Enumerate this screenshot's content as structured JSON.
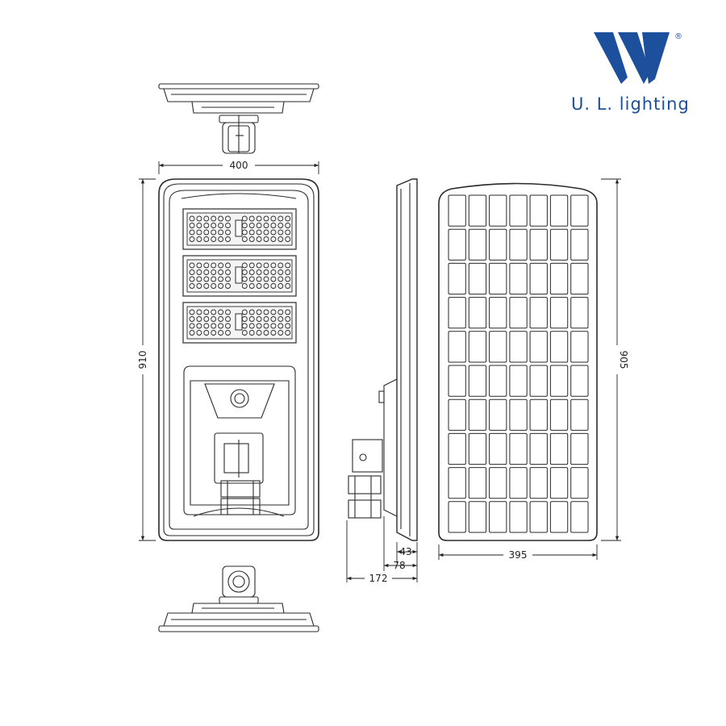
{
  "brand": {
    "name": "U. L. lighting",
    "registered_mark": "®",
    "logo_letter": "W",
    "color": "#1c4f9c"
  },
  "dimensions": {
    "front_width": "400",
    "front_height": "910",
    "side_depth_43": "43",
    "side_depth_78": "78",
    "side_depth_172": "172",
    "panel_width": "395",
    "panel_height": "905"
  },
  "diagram": {
    "line_color": "#2a2a2a",
    "solar_grid_columns": 7,
    "solar_grid_rows": 10,
    "led_modules": 3
  }
}
